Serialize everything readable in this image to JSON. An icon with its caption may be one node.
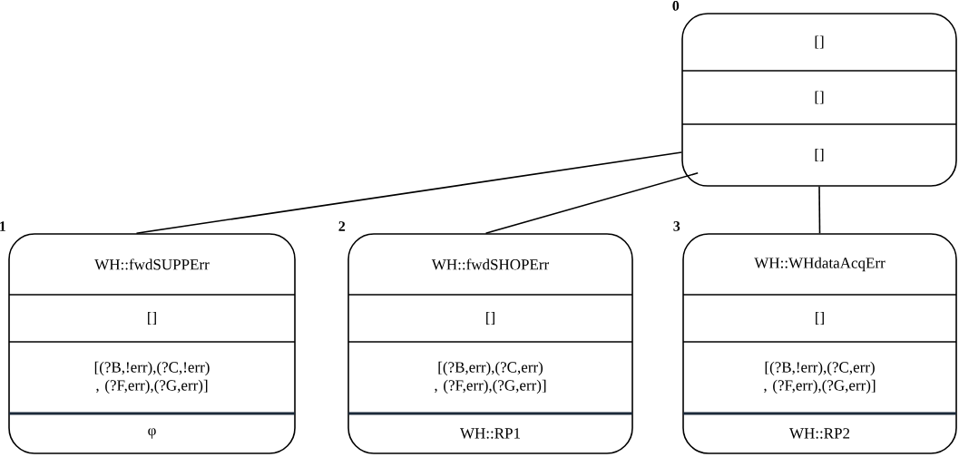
{
  "diagram": {
    "nodes": [
      {
        "text": [
          "[]",
          "[]",
          "[]"
        ],
        "beside": [
          "0"
        ]
      },
      {
        "text": [
          "WH::fwdSUPPErr",
          "[]",
          "[(?B,!err),(?C,!err) , (?F,err),(?G,err)]",
          "φ"
        ],
        "beside": [
          "1"
        ]
      },
      {
        "text": [
          "WH::fwdSHOPErr",
          "[]",
          "[(?B,err),(?C,err) , (?F,err),(?G,err)]",
          "WH::RP1"
        ],
        "beside": [
          "2"
        ]
      },
      {
        "text": [
          "WH::WHdataAcqErr",
          "[]",
          "[(?B,!err),(?C,err) , (?F,err),(?G,err)]",
          "WH::RP2"
        ],
        "beside": [
          "3"
        ]
      }
    ],
    "edges": [
      {
        "from": 0,
        "to": 1,
        "arrow": "none"
      },
      {
        "from": 0,
        "to": 2,
        "arrow": "none"
      },
      {
        "from": 0,
        "to": 3,
        "arrow": "none"
      }
    ]
  }
}
